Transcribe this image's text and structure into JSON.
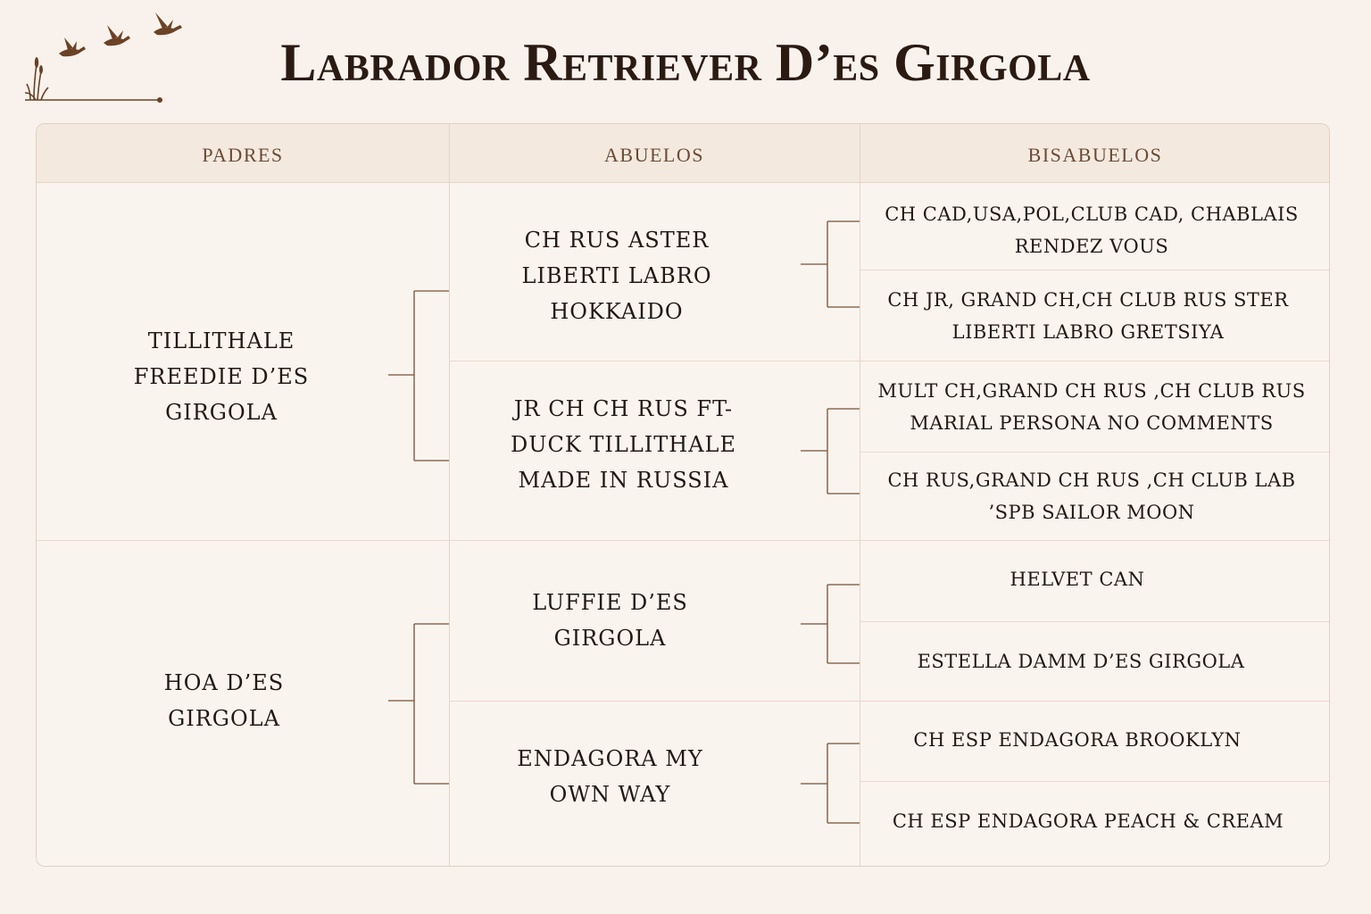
{
  "title": "Labrador Retriever D’es Girgola",
  "columns": {
    "parents": "PADRES",
    "grandparents": "ABUELOS",
    "great_grandparents": "BISABUELOS"
  },
  "parents": [
    {
      "name": "TILLITHALE\nFREEDIE D’ES\nGIRGOLA",
      "grandparents": [
        {
          "name": "CH RUS ASTER\nLIBERTI LABRO\nHOKKAIDO",
          "great_grandparents": [
            "CH CAD,USA,POL,CLUB CAD, CHABLAIS\nRENDEZ VOUS",
            "CH JR, GRAND CH,CH CLUB RUS STER\nLIBERTI LABRO GRETSIYA"
          ]
        },
        {
          "name": "JR CH CH RUS FT-\nDUCK TILLITHALE\nMADE IN RUSSIA",
          "great_grandparents": [
            "MULT CH,GRAND CH RUS ,CH CLUB RUS\nMARIAL PERSONA NO COMMENTS",
            "CH RUS,GRAND CH RUS ,CH CLUB LAB\n’SPB SAILOR MOON"
          ]
        }
      ]
    },
    {
      "name": "HOA D’ES\nGIRGOLA",
      "grandparents": [
        {
          "name": "LUFFIE D’ES\nGIRGOLA",
          "great_grandparents": [
            "HELVET CAN",
            "ESTELLA DAMM D’ES GIRGOLA"
          ]
        },
        {
          "name": "ENDAGORA MY\nOWN WAY",
          "great_grandparents": [
            "CH ESP ENDAGORA BROOKLYN",
            "CH ESP ENDAGORA PEACH & CREAM"
          ]
        }
      ]
    }
  ],
  "colors": {
    "background": "#f9f2ec",
    "header_bg": "#f4e9df",
    "header_text": "#6b4a34",
    "line": "#e6d3c4",
    "bracket": "#7a4f33",
    "bird": "#6b4226"
  },
  "icons": {
    "logo": "flying-ducks-reeds-icon"
  }
}
